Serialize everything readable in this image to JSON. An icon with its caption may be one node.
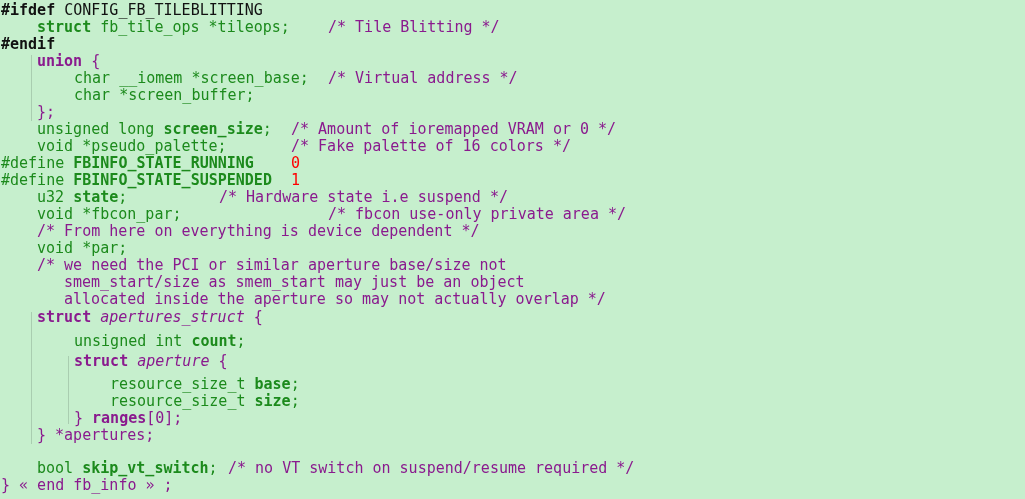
{
  "diagram": {
    "labels": [
      "**#ifdef** CONFIG_FB_TILEBLITTING",
      "**struct** fb_tile_ops *tileops;",
      "/* Tile Blitting */",
      "**#endif**",
      "**union** {",
      "char __iomem *screen_base;",
      "/* Virtual address */",
      "char *screen_buffer;",
      "};",
      "unsigned long **screen_size**;",
      "/* Amount of ioremapped VRAM or 0 */",
      "void *pseudo_palette;",
      "/* Fake palette of 16 colors */",
      "#define **FBINFO_STATE_RUNNING**",
      "0",
      "#define **FBINFO_STATE_SUSPENDED**",
      "1",
      "u32 **state**;",
      "/* Hardware state i.e suspend */",
      "void *fbcon_par;",
      "/* fbcon use-only private area */",
      "/* From here on everything is device dependent */",
      "void *par;",
      "/* we need the PCI or similar aperture base/size not",
      "smem_start/size as smem_start may just be an object",
      "allocated inside the aperture so may not actually overlap */",
      "**struct** *apertures_struct* {",
      "unsigned int **count**;",
      "**struct** *aperture* {",
      "resource_size_t **base**;",
      "resource_size_t **size**;",
      "} **ranges**[0];",
      "} *apertures;",
      "bool **skip_vt_switch**;",
      "/* no VT switch on suspend/resume required */",
      "} « end fb_info » ;"
    ]
  }
}
